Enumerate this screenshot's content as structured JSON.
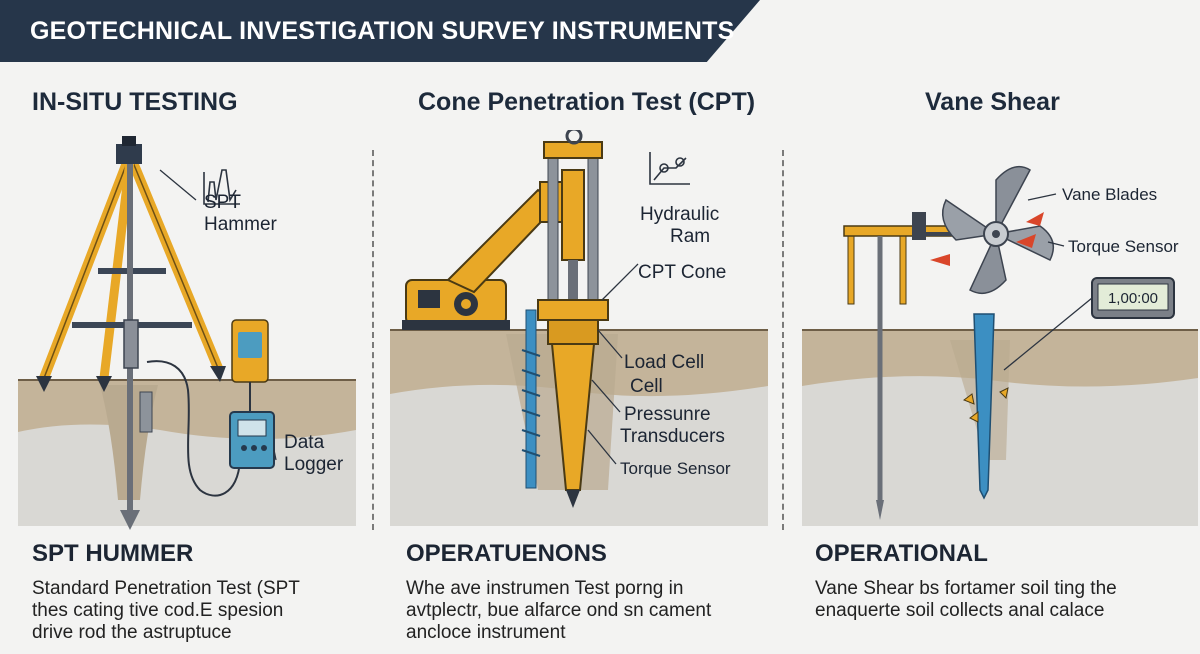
{
  "header": {
    "title": "GEOTECHNICAL INVESTIGATION SURVEY INSTRUMENTS"
  },
  "panels": [
    {
      "heading": "IN-SITU TESTING",
      "labels": {
        "hammer_line1": "SPT",
        "hammer_line2": "Hammer",
        "logger_line1": "Data",
        "logger_line2": "Logger"
      },
      "section_title": "SPT HUMMER",
      "section_text": "Standard Penetration Test (SPT\nthes cating tive cod.E spesion\ndrive rod the astruptuce"
    },
    {
      "heading": "Cone Penetration Test (CPT)",
      "labels": {
        "hydraulic_line1": "Hydraulic",
        "hydraulic_line2": "Ram",
        "cpt_cone": "CPT Cone",
        "load_cell_line1": "Load Cell",
        "load_cell_line2": "Cell",
        "pressure_line1": "Pressunre",
        "pressure_line2": "Transducers",
        "torque": "Torque Sensor"
      },
      "section_title": "OPERATUENONS",
      "section_text": "Whe ave instrumen Test porng in\navtplectr, bue alfarce ond sn cament\nancloce instrument"
    },
    {
      "heading": "Vane Shear",
      "labels": {
        "vane_blades": "Vane Blades",
        "torque_sensor": "Torque Sensor",
        "display_value": "1,00:00"
      },
      "section_title": "OPERATIONAL",
      "section_text": "Vane Shear bs fortamer soil ting the\nenaquerte soil collects anal calace"
    }
  ],
  "colors": {
    "banner": "#26364a",
    "yellow": "#e8a827",
    "ground_top": "#c4b49a",
    "ground_bottom": "#d8d7d4",
    "blue_probe": "#3c8fc2",
    "device_teal": "#4c9cc0"
  }
}
